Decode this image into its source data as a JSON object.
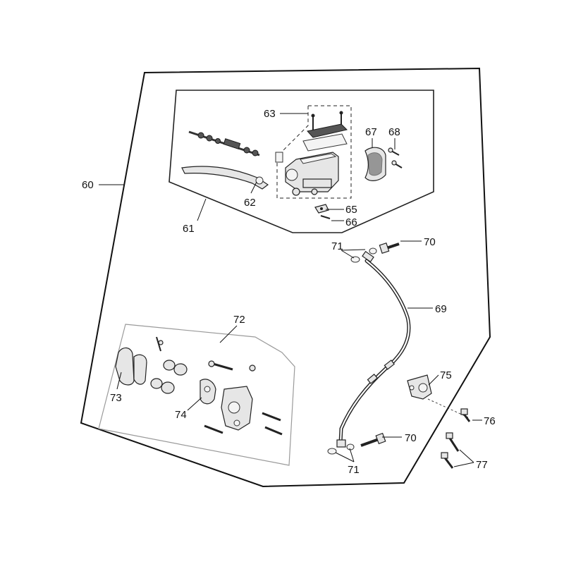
{
  "labels": {
    "l60": "60",
    "l61": "61",
    "l62": "62",
    "l63": "63",
    "l65": "65",
    "l66": "66",
    "l67": "67",
    "l68": "68",
    "l69": "69",
    "l70a": "70",
    "l70b": "70",
    "l71a": "71",
    "l71b": "71",
    "l72": "72",
    "l73": "73",
    "l74": "74",
    "l75": "75",
    "l76": "76",
    "l77": "77"
  }
}
